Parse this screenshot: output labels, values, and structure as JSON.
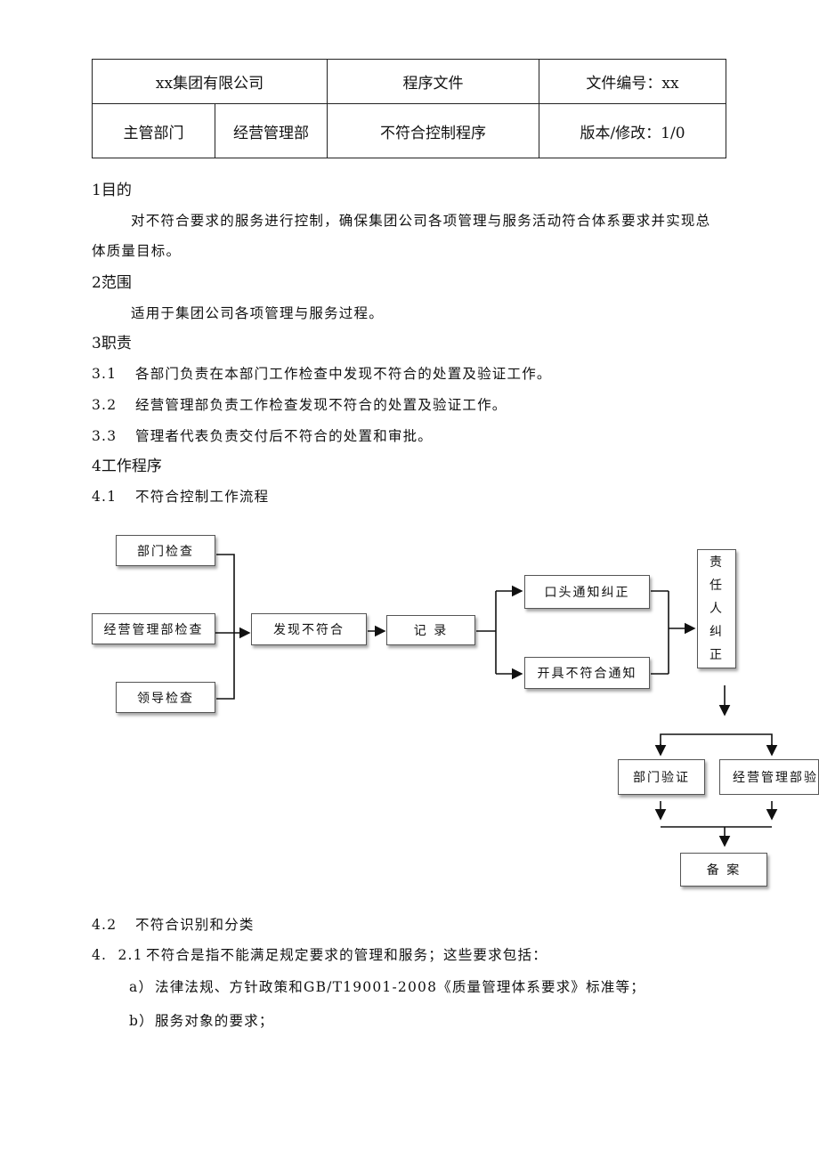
{
  "header": {
    "company": "xx集团有限公司",
    "doc_type": "程序文件",
    "doc_no": "文件编号：xx",
    "dept_label": "主管部门",
    "dept_value": "经营管理部",
    "title": "不符合控制程序",
    "version": "版本/修改：1/0"
  },
  "sections": {
    "s1_title": "1目的",
    "s1_text_line1": "对不符合要求的服务进行控制，确保集团公司各项管理与服务活动符合体系要求并实现总",
    "s1_text_line2": "体质量目标。",
    "s2_title": "2范围",
    "s2_text": "适用于集团公司各项管理与服务过程。",
    "s3_title": "3职责",
    "s3_1_num": "3.1",
    "s3_1_text": "各部门负责在本部门工作检查中发现不符合的处置及验证工作。",
    "s3_2_num": "3.2",
    "s3_2_text": "经营管理部负责工作检查发现不符合的处置及验证工作。",
    "s3_3_num": "3.3",
    "s3_3_text": "管理者代表负责交付后不符合的处置和审批。",
    "s4_title": "4工作程序",
    "s4_1_num": "4.1",
    "s4_1_text": "不符合控制工作流程",
    "s4_2_num": "4.2",
    "s4_2_text": "不符合识别和分类",
    "s4_2_1_num": "4.  2.1",
    "s4_2_1_text": "不符合是指不能满足规定要求的管理和服务；这些要求包括：",
    "item_a_label": "a）",
    "item_a_text": "法律法规、方针政策和GB/T19001-2008《质量管理体系要求》标准等；",
    "item_b_label": "b）",
    "item_b_text": "服务对象的要求；"
  },
  "flowchart": {
    "dept_check": "部门检查",
    "mgmt_check": "经营管理部检查",
    "leader_check": "领导检查",
    "found_nc": "发现不符合",
    "record": "记  录",
    "verbal_notice": "口头通知纠正",
    "issue_notice": "开具不符合通知",
    "responsible_chars": [
      "责",
      "任",
      "人",
      "纠",
      "正"
    ],
    "dept_verify": "部门验证",
    "mgmt_verify": "经营管理部验",
    "archive": "备  案"
  }
}
